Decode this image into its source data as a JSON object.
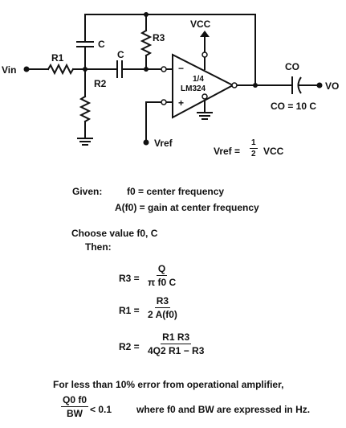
{
  "schematic": {
    "labels": {
      "vin": "Vin",
      "r1": "R1",
      "r2": "R2",
      "r3": "R3",
      "c1": "C",
      "c2": "C",
      "vcc": "VCC",
      "vref": "Vref",
      "opamp_line1": "1/4",
      "opamp_line2": "LM324",
      "minus": "−",
      "plus": "+",
      "co": "CO",
      "vo": "VO",
      "co_value": "CO = 10 C"
    },
    "vref_eq": {
      "lhs": "Vref =",
      "num": "1",
      "den": "2",
      "rhs": "VCC"
    }
  },
  "design": {
    "given_label": "Given:",
    "given_1": "f0 = center frequency",
    "given_2": "A(f0) = gain at center frequency",
    "choose": "Choose value f0, C",
    "then": "Then:",
    "r3_eq": {
      "lhs": "R3 =",
      "num": "Q",
      "den": "π f0 C"
    },
    "r1_eq": {
      "lhs": "R1 =",
      "num": "R3",
      "den": "2 A(f0)"
    },
    "r2_eq": {
      "lhs": "R2 =",
      "num": "R1 R3",
      "den": "4Q2 R1 − R3"
    },
    "error_note": "For less than 10% error from operational amplifier,",
    "cond": {
      "num": "Q0 f0",
      "den": "BW",
      "rhs": "< 0.1",
      "note": "where f0 and BW are expressed in Hz."
    }
  }
}
